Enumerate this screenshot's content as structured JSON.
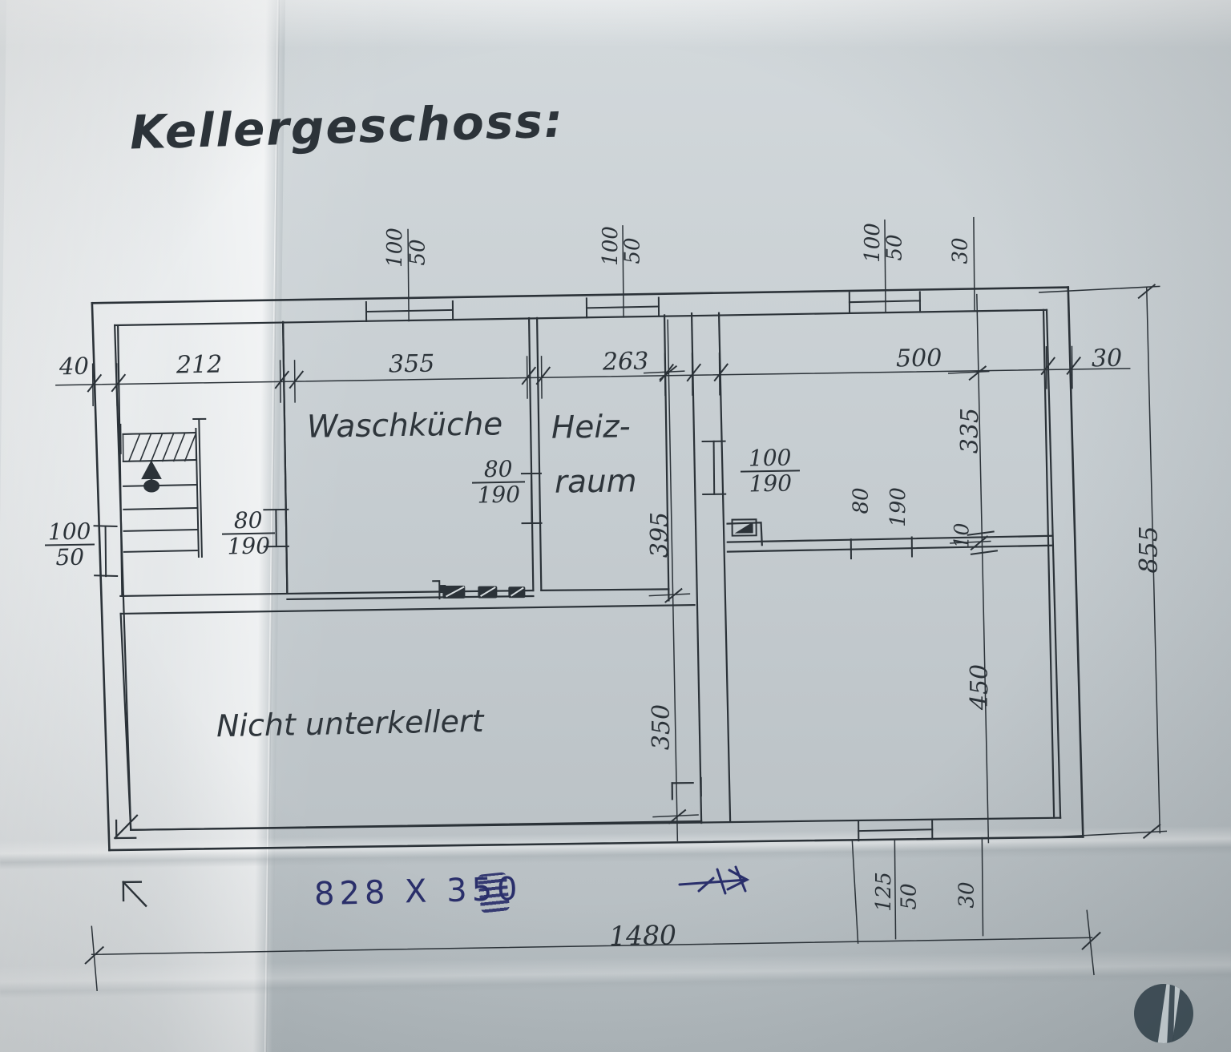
{
  "document": {
    "title": "Kellergeschoss:",
    "kind": "hand-drawn architectural floor plan",
    "rooms": [
      {
        "name": "Waschküche"
      },
      {
        "name": "Heiz-"
      },
      {
        "name": "raum"
      },
      {
        "name": "Nicht  unterkellert"
      }
    ]
  },
  "dimensions": {
    "top_row": [
      "40",
      "212",
      "355",
      "263",
      "500",
      "30"
    ],
    "overall_width": "1480",
    "overall_height": "855",
    "right_vertical": [
      "335",
      "10",
      "450"
    ],
    "mid_vertical": [
      "395",
      "350"
    ],
    "openings_top": [
      {
        "width": "100",
        "sill": "50"
      },
      {
        "width": "100",
        "sill": "50"
      },
      {
        "width": "100",
        "sill": "50"
      },
      {
        "width": "30"
      }
    ],
    "openings_left": [
      {
        "width": "100",
        "sill": "50"
      },
      {
        "width": "80",
        "height": "190"
      }
    ],
    "openings_inner": [
      {
        "width": "80",
        "height": "190"
      },
      {
        "width": "100",
        "height": "190"
      },
      {
        "width": "80",
        "height": "190"
      }
    ],
    "openings_bottom": [
      {
        "width": "125",
        "sill": "50"
      },
      {
        "width": "30"
      }
    ]
  },
  "annotation": {
    "pen_note": "828 X 350",
    "pen_color": "#2a2f6b"
  },
  "colors": {
    "ink": "#2b3238",
    "paper": "#c6cdd1",
    "logo": "#36454e"
  },
  "watermark": {
    "name": "circle-split-logo"
  }
}
